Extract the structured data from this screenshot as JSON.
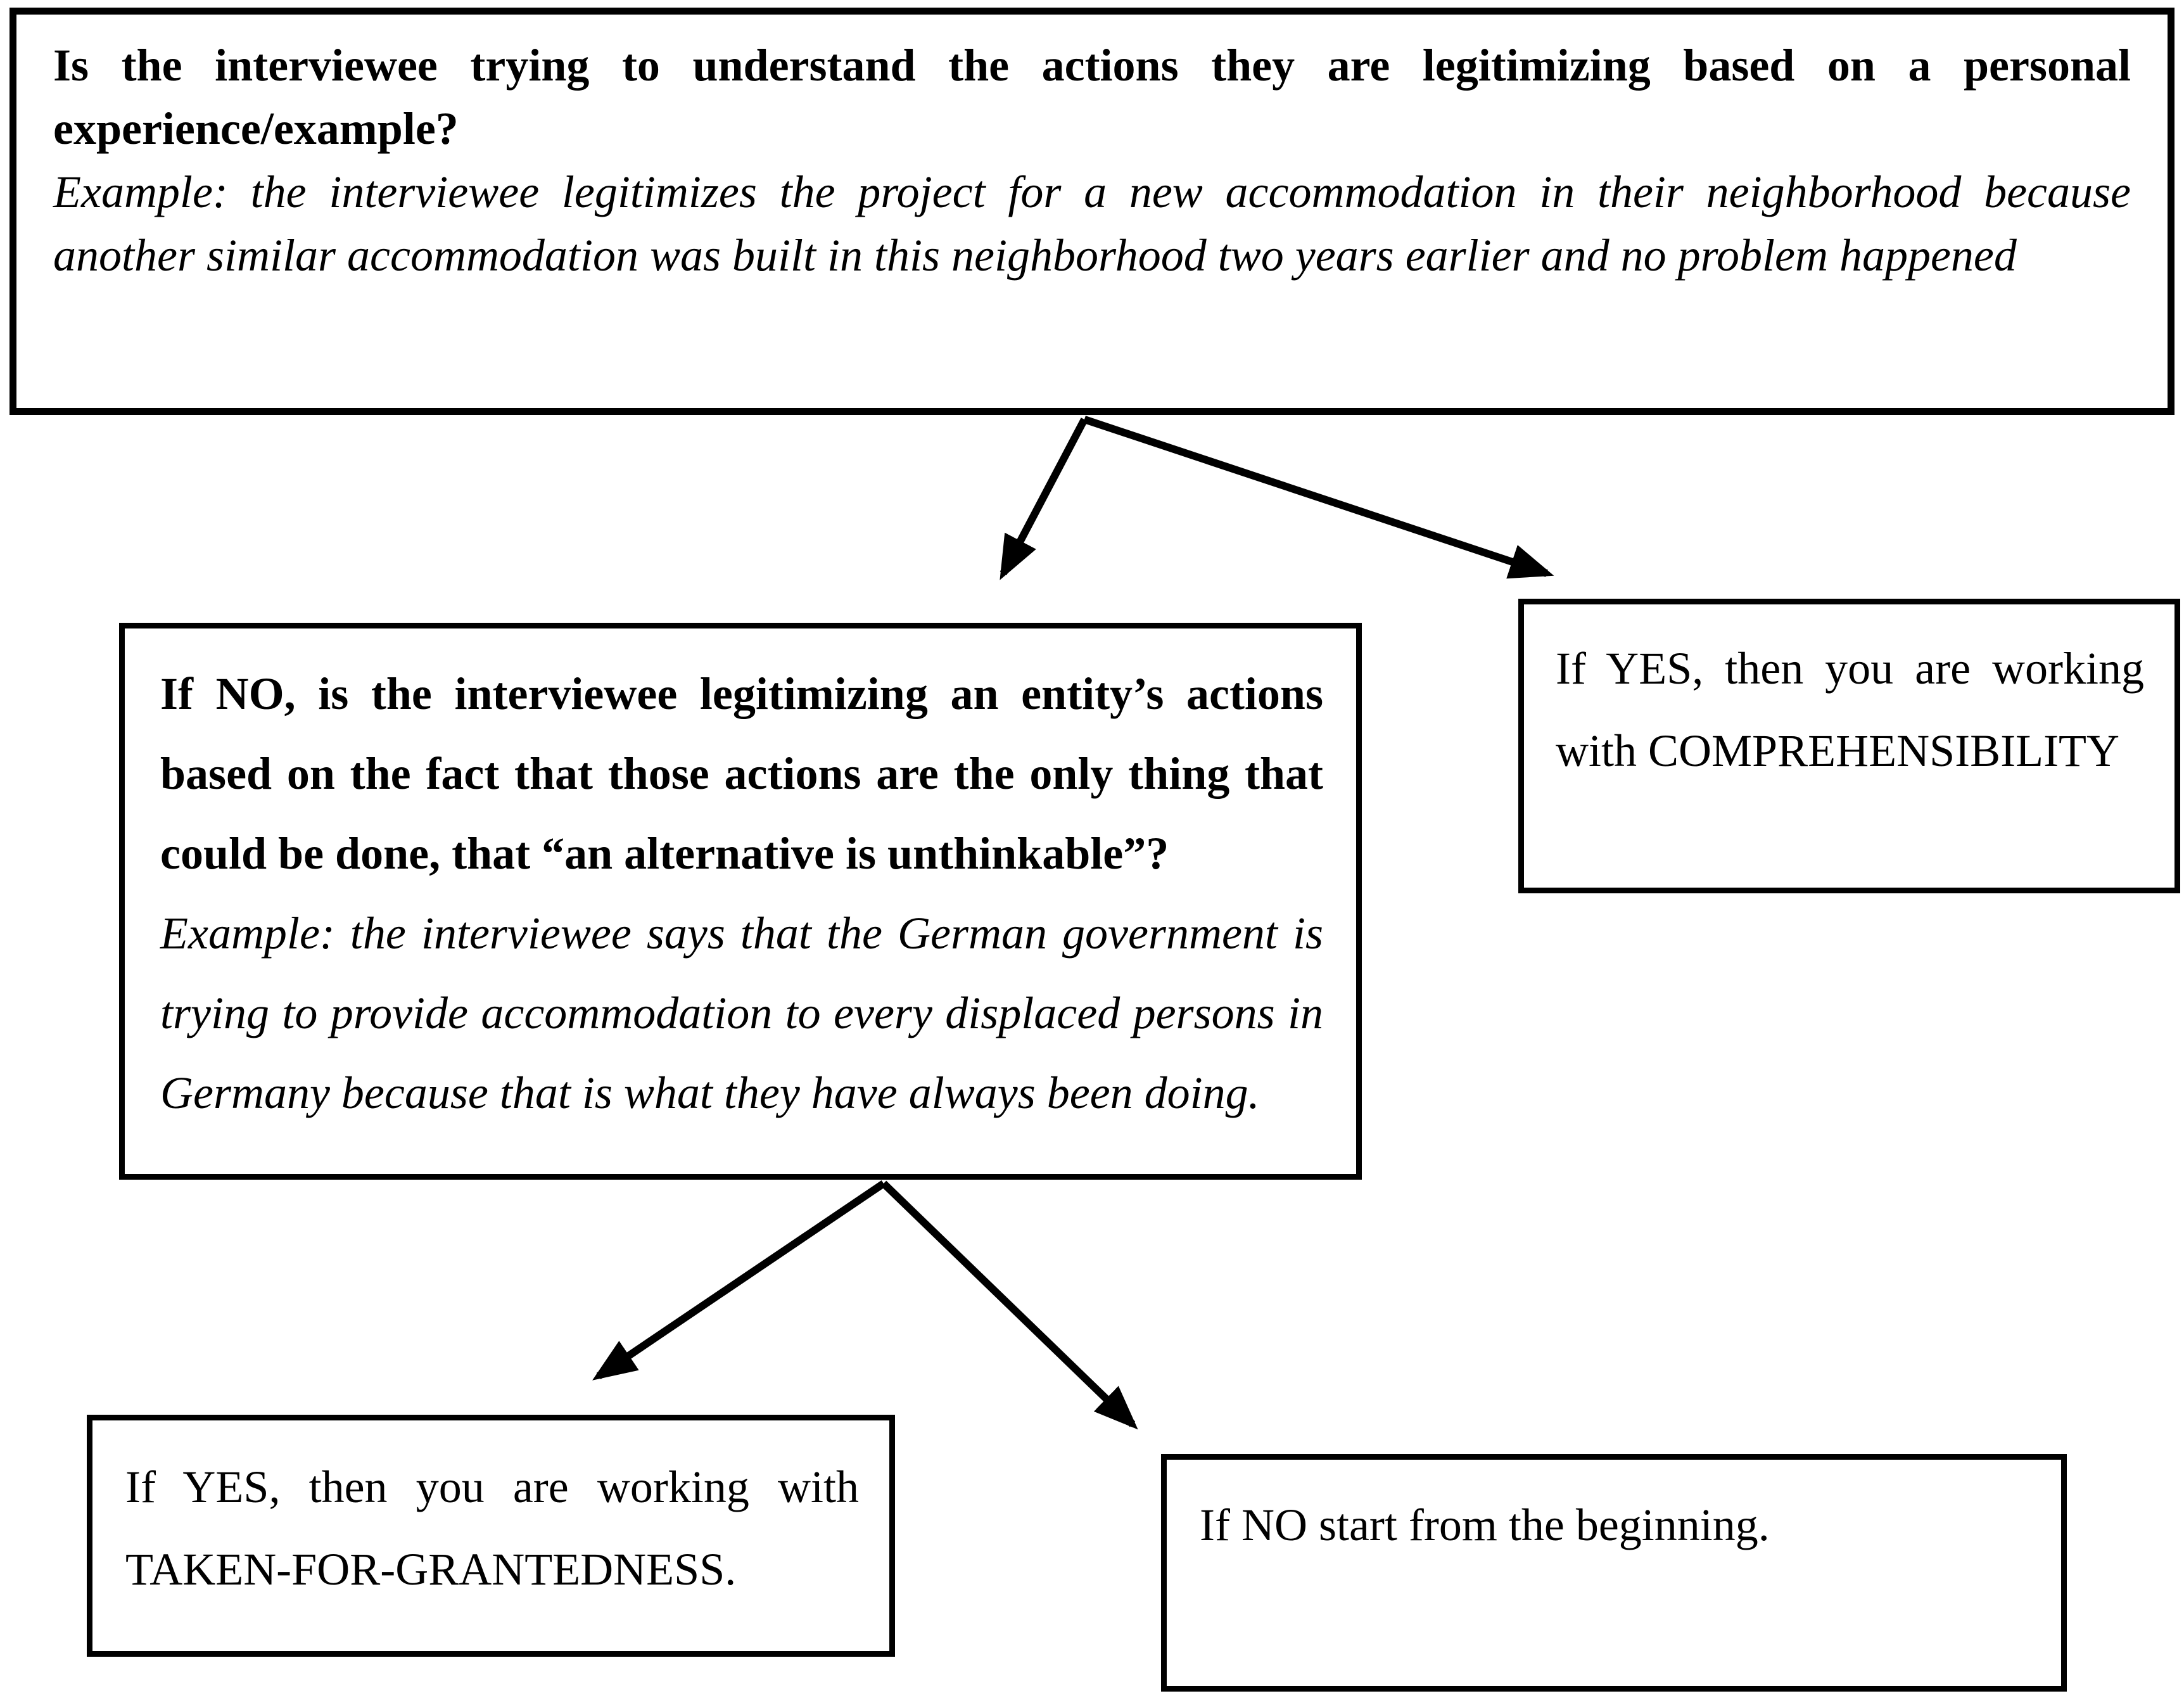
{
  "flowchart": {
    "top": {
      "question": "Is the interviewee trying to understand the actions they are legitimizing based on a personal experience/example?",
      "example": "Example: the interviewee legitimizes the project for a new accommodation in their neighborhood because another similar accommodation was built in this neighborhood two years earlier and no problem happened"
    },
    "mid_left": {
      "question": "If NO, is the interviewee legitimizing an entity’s actions based on the fact that those actions are the only thing that could be done, that “an alternative is unthinkable”?",
      "example": "Example: the interviewee says that the German government is trying to provide accommodation to every displaced persons in Germany because that is what they have always been doing."
    },
    "mid_right": {
      "text": "If YES, then you are working with COMPREHENSIBILITY"
    },
    "bottom_left": {
      "text": "If YES, then you are working with TAKEN-FOR-GRANTEDNESS."
    },
    "bottom_right": {
      "text": "If NO start from the beginning."
    }
  },
  "colors": {
    "border": "#000000",
    "background": "#ffffff",
    "text": "#000000",
    "arrow": "#000000"
  }
}
